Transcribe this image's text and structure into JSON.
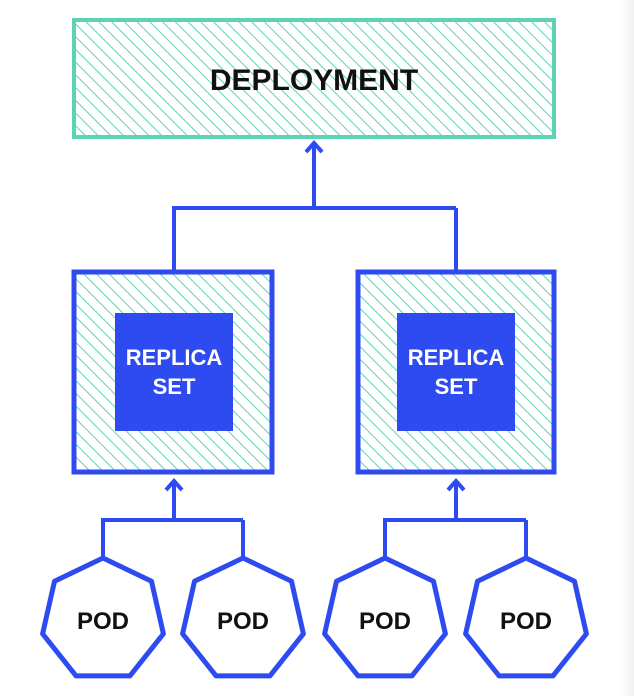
{
  "deployment": {
    "label": "DEPLOYMENT"
  },
  "replica_sets": [
    {
      "line1": "REPLICA",
      "line2": "SET"
    },
    {
      "line1": "REPLICA",
      "line2": "SET"
    }
  ],
  "pods": [
    {
      "label": "POD"
    },
    {
      "label": "POD"
    },
    {
      "label": "POD"
    },
    {
      "label": "POD"
    }
  ],
  "colors": {
    "deployment_border": "#5ED3B4",
    "hatch": "#5ED3B4",
    "blue": "#2D4BF0",
    "text_dark": "#111111",
    "text_light": "#ffffff"
  }
}
